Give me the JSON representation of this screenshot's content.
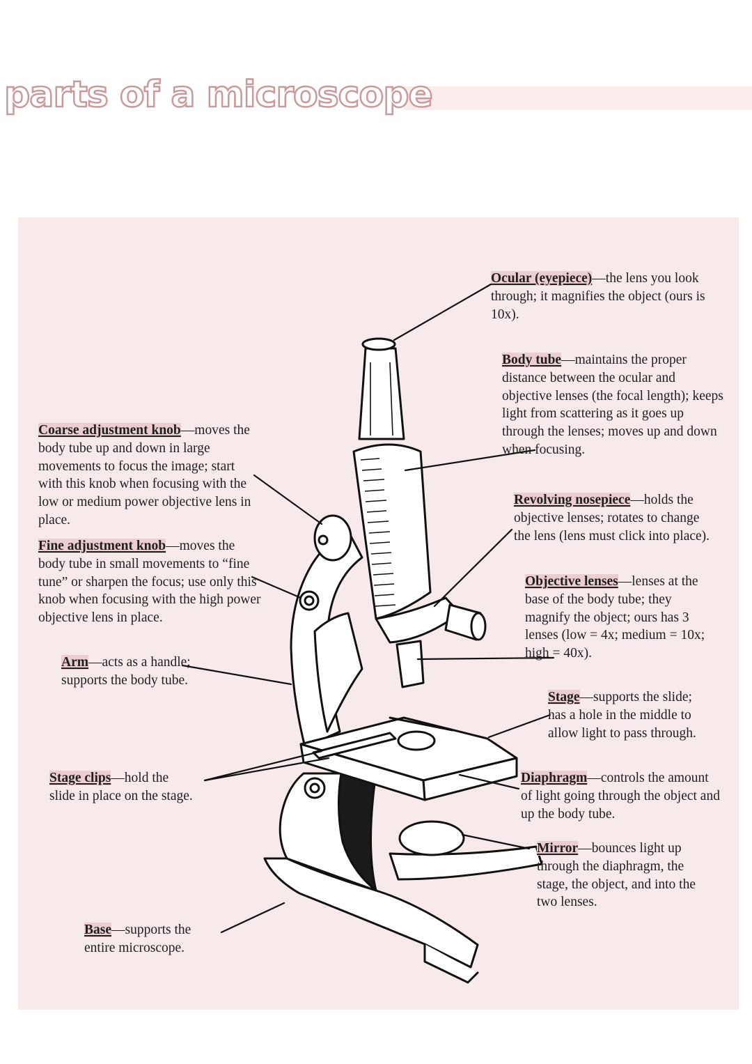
{
  "title": "parts of a microscope",
  "labels": {
    "ocular": {
      "term": "Ocular (eyepiece)",
      "desc": "the lens you look through; it magnifies the object (ours is 10x)."
    },
    "body_tube": {
      "term": "Body tube",
      "desc": "maintains the proper distance between the ocular and objective lenses (the focal length); keeps light from scattering as it goes up through the lenses; moves up and down when focusing."
    },
    "coarse": {
      "term": "Coarse adjustment knob",
      "desc": "moves the body tube up and down in large movements to focus the image; start with this knob when focusing with the low or medium power objective lens in place."
    },
    "nosepiece": {
      "term": "Revolving nosepiece",
      "desc": "holds the objective lenses; rotates to change the lens (lens must click into place)."
    },
    "fine": {
      "term": "Fine adjustment knob",
      "desc": "moves the body tube in small movements to “fine tune” or sharpen the focus; use only this knob when focusing with the high power objective lens in place."
    },
    "objective": {
      "term": "Objective lenses",
      "desc": "lenses at the base of the body tube; they magnify the object; ours has 3 lenses (low = 4x; medium = 10x; high = 40x)."
    },
    "arm": {
      "term": "Arm",
      "desc": "acts as a handle; supports the body tube."
    },
    "stage": {
      "term": "Stage",
      "desc": "supports the slide; has a hole in the middle to allow light to pass through."
    },
    "clips": {
      "term": "Stage clips",
      "desc": "hold the slide in place on the stage."
    },
    "diaphragm": {
      "term": "Diaphragm",
      "desc": "controls the amount of light going through the object and up the body tube."
    },
    "mirror": {
      "term": "Mirror",
      "desc": "bounces light up through the diaphragm, the stage, the object, and into the two lenses."
    },
    "base": {
      "term": "Base",
      "desc": "supports the entire microscope."
    }
  }
}
